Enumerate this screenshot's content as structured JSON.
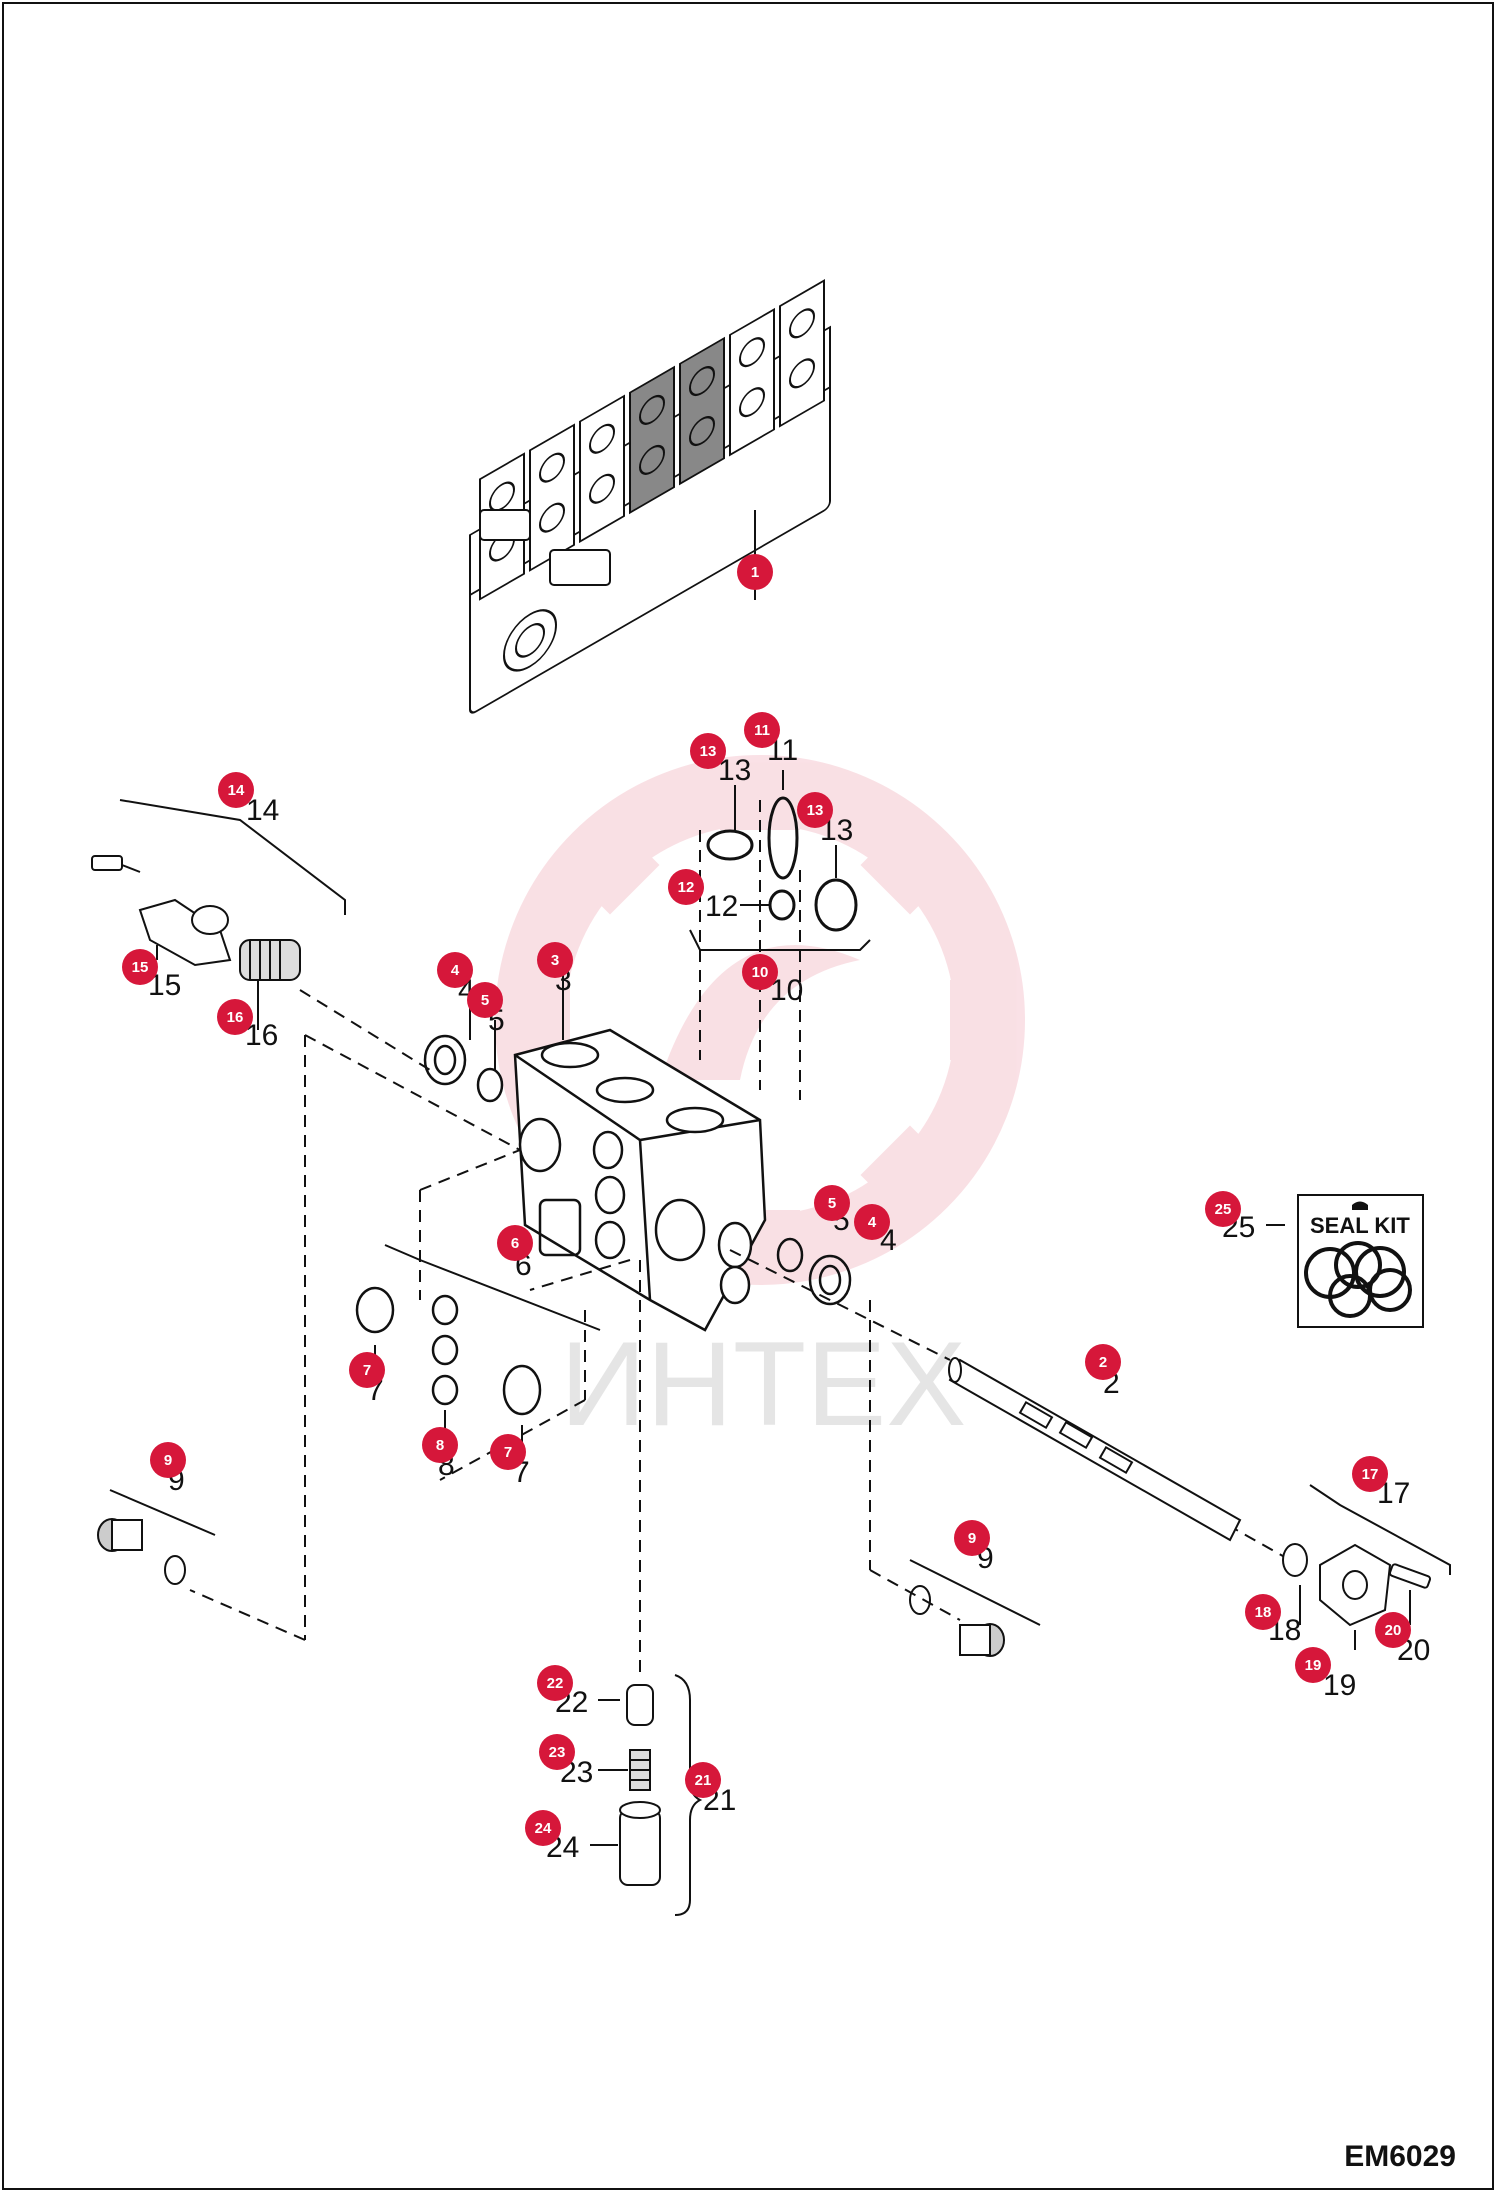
{
  "document_code": "EM6029",
  "watermark": {
    "text": "ИНТЕХ"
  },
  "seal_kit": {
    "title": "SEAL KIT"
  },
  "accent_color": "#d6173a",
  "callouts": [
    {
      "id": "1",
      "label": ""
    },
    {
      "id": "2",
      "label": "2"
    },
    {
      "id": "3",
      "label": "3"
    },
    {
      "id": "4a",
      "label": "4"
    },
    {
      "id": "4b",
      "label": "4"
    },
    {
      "id": "5a",
      "label": "5"
    },
    {
      "id": "5b",
      "label": "5"
    },
    {
      "id": "6",
      "label": "6"
    },
    {
      "id": "7a",
      "label": "7"
    },
    {
      "id": "7b",
      "label": "7"
    },
    {
      "id": "8",
      "label": "8"
    },
    {
      "id": "9a",
      "label": "9"
    },
    {
      "id": "9b",
      "label": "9"
    },
    {
      "id": "10",
      "label": "10"
    },
    {
      "id": "11",
      "label": "11"
    },
    {
      "id": "12",
      "label": "12"
    },
    {
      "id": "13a",
      "label": "13"
    },
    {
      "id": "13b",
      "label": "13"
    },
    {
      "id": "14",
      "label": "14"
    },
    {
      "id": "15",
      "label": "15"
    },
    {
      "id": "16",
      "label": "16"
    },
    {
      "id": "17",
      "label": "17"
    },
    {
      "id": "18",
      "label": "18"
    },
    {
      "id": "19",
      "label": "19"
    },
    {
      "id": "20",
      "label": "20"
    },
    {
      "id": "21",
      "label": "21"
    },
    {
      "id": "22",
      "label": "22"
    },
    {
      "id": "23",
      "label": "23"
    },
    {
      "id": "24",
      "label": "24"
    },
    {
      "id": "25",
      "label": "25"
    }
  ],
  "badges": [
    "1",
    "2",
    "3",
    "4",
    "4",
    "5",
    "5",
    "6",
    "7",
    "7",
    "8",
    "9",
    "9",
    "10",
    "11",
    "12",
    "13",
    "13",
    "14",
    "15",
    "16",
    "17",
    "18",
    "19",
    "20",
    "21",
    "22",
    "23",
    "24",
    "25"
  ]
}
